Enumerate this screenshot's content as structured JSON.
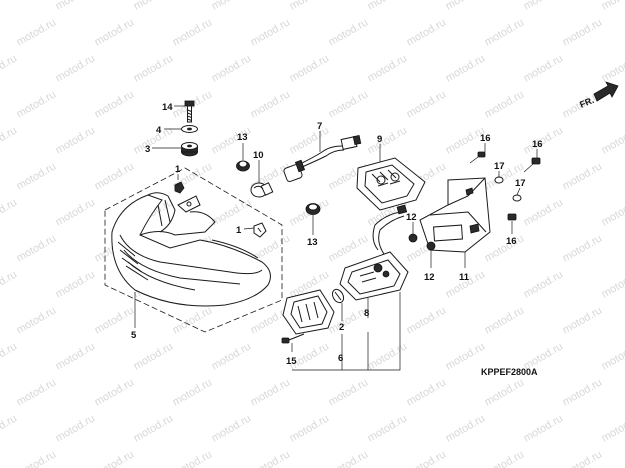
{
  "watermark": {
    "text": "motod.ru"
  },
  "callouts": [
    {
      "id": "c14a",
      "text": "14"
    },
    {
      "id": "c4",
      "text": "4"
    },
    {
      "id": "c3",
      "text": "3"
    },
    {
      "id": "c13a",
      "text": "13"
    },
    {
      "id": "c10",
      "text": "10"
    },
    {
      "id": "c7",
      "text": "7"
    },
    {
      "id": "c9",
      "text": "9"
    },
    {
      "id": "c16a",
      "text": "16"
    },
    {
      "id": "c16b",
      "text": "16"
    },
    {
      "id": "c17a",
      "text": "17"
    },
    {
      "id": "c17b",
      "text": "17"
    },
    {
      "id": "c1a",
      "text": "1"
    },
    {
      "id": "c1b",
      "text": "1"
    },
    {
      "id": "c13b",
      "text": "13"
    },
    {
      "id": "c12a",
      "text": "12"
    },
    {
      "id": "c12b",
      "text": "12"
    },
    {
      "id": "c16c",
      "text": "16"
    },
    {
      "id": "c11",
      "text": "11"
    },
    {
      "id": "c5",
      "text": "5"
    },
    {
      "id": "c2",
      "text": "2"
    },
    {
      "id": "c8",
      "text": "8"
    },
    {
      "id": "c15",
      "text": "15"
    },
    {
      "id": "c6",
      "text": "6"
    }
  ],
  "diagram_code": "KPPEF2800A",
  "direction_indicator": {
    "label": "FR."
  }
}
